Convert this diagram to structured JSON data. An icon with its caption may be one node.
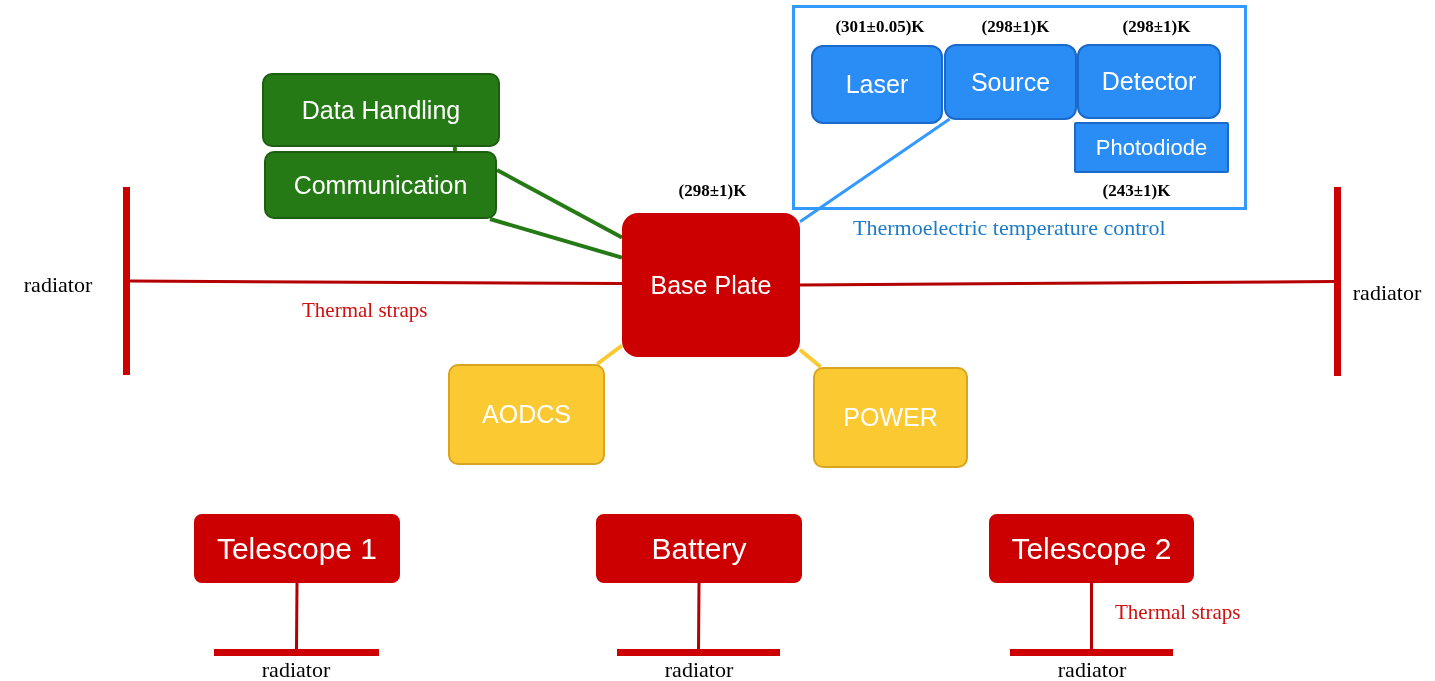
{
  "diagram": {
    "nodes": [
      {
        "text": [
          "Data Handling"
        ]
      },
      {
        "text": [
          "Communication"
        ]
      },
      {
        "text": [
          "Base Plate"
        ],
        "beside": [
          "(298±1)K"
        ]
      },
      {
        "text": [
          "Thermoelectric temperature control"
        ]
      },
      {
        "text": [
          "Laser"
        ],
        "in": 3,
        "beside": [
          "(301±0.05)K"
        ]
      },
      {
        "text": [
          "Source"
        ],
        "in": 3,
        "beside": [
          "(298±1)K"
        ]
      },
      {
        "text": [
          "Detector"
        ],
        "in": 3,
        "beside": [
          "(298±1)K"
        ]
      },
      {
        "text": [
          "Photodiode"
        ],
        "in": 3,
        "beside": [
          "(243±1)K"
        ]
      },
      {
        "text": [
          "AODCS"
        ]
      },
      {
        "text": [
          "POWER"
        ]
      },
      {
        "text": [
          "Telescope 1"
        ]
      },
      {
        "text": [
          "Battery"
        ]
      },
      {
        "text": [
          "Telescope 2"
        ]
      },
      {
        "text": [],
        "shape": "bar",
        "beside": [
          "radiator"
        ]
      },
      {
        "text": [],
        "shape": "bar",
        "beside": [
          "radiator"
        ]
      },
      {
        "text": [],
        "shape": "bar",
        "beside": [
          "radiator"
        ]
      },
      {
        "text": [],
        "shape": "bar",
        "beside": [
          "radiator"
        ]
      },
      {
        "text": [],
        "shape": "bar",
        "beside": [
          "radiator"
        ]
      }
    ],
    "edges": [
      {
        "from": 0,
        "to": 1,
        "arrow": "none",
        "color": "#267a16"
      },
      {
        "from": 1,
        "to": 2,
        "arrow": "none",
        "color": "#267a16"
      },
      {
        "from": 1,
        "to": 2,
        "arrow": "none",
        "color": "#267a16"
      },
      {
        "from": 2,
        "to": 5,
        "arrow": "none",
        "color": "#3399ff"
      },
      {
        "from": 2,
        "to": 13,
        "arrow": "none",
        "label": "Thermal straps"
      },
      {
        "from": 2,
        "to": 14,
        "arrow": "none"
      },
      {
        "from": 8,
        "to": 2,
        "arrow": "none",
        "color": "#fbc932"
      },
      {
        "from": 9,
        "to": 2,
        "arrow": "none",
        "color": "#fbc932"
      },
      {
        "from": 10,
        "to": 15,
        "arrow": "none"
      },
      {
        "from": 11,
        "to": 16,
        "arrow": "none"
      },
      {
        "from": 12,
        "to": 17,
        "arrow": "none",
        "label": "Thermal straps"
      }
    ]
  }
}
